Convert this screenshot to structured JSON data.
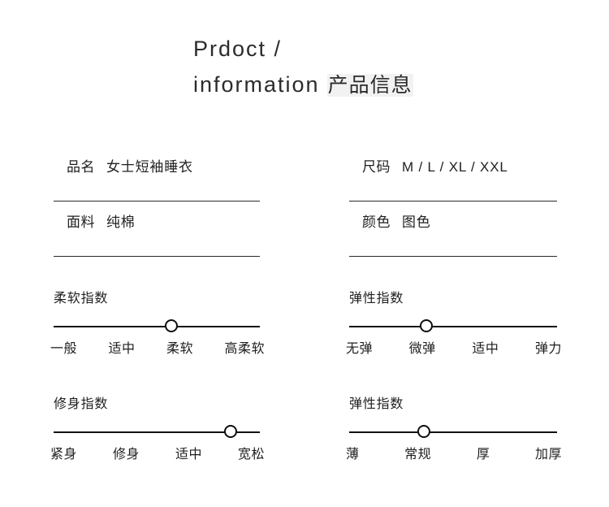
{
  "page": {
    "background": "#ffffff",
    "text_color": "#1f1f1f",
    "rule_color": "#2a2a2a"
  },
  "title": {
    "line1": "Prdoct  /",
    "line2_en": "information",
    "line2_cn": "产品信息",
    "highlight_color": "#f2f2f2"
  },
  "specs": {
    "left": [
      {
        "label": "品名",
        "value": "女士短袖睡衣"
      },
      {
        "label": "面料",
        "value": "纯棉"
      }
    ],
    "right": [
      {
        "label": "尺码",
        "value": "M / L / XL / XXL"
      },
      {
        "label": "颜色",
        "value": "图色"
      }
    ]
  },
  "sliders": {
    "left": [
      {
        "heading": "柔软指数",
        "options": [
          "一般",
          "适中",
          "柔软",
          "高柔软"
        ],
        "selected_index": 2,
        "knob_percent": 57
      },
      {
        "heading": "修身指数",
        "options": [
          "紧身",
          "修身",
          "适中",
          "宽松"
        ],
        "selected_index": 3,
        "knob_percent": 86
      }
    ],
    "right": [
      {
        "heading": "弹性指数",
        "options": [
          "无弹",
          "微弹",
          "适中",
          "弹力"
        ],
        "selected_index": 1,
        "knob_percent": 37
      },
      {
        "heading": "弹性指数",
        "options": [
          "薄",
          "常规",
          "厚",
          "加厚"
        ],
        "selected_index": 1,
        "knob_percent": 36
      }
    ]
  }
}
